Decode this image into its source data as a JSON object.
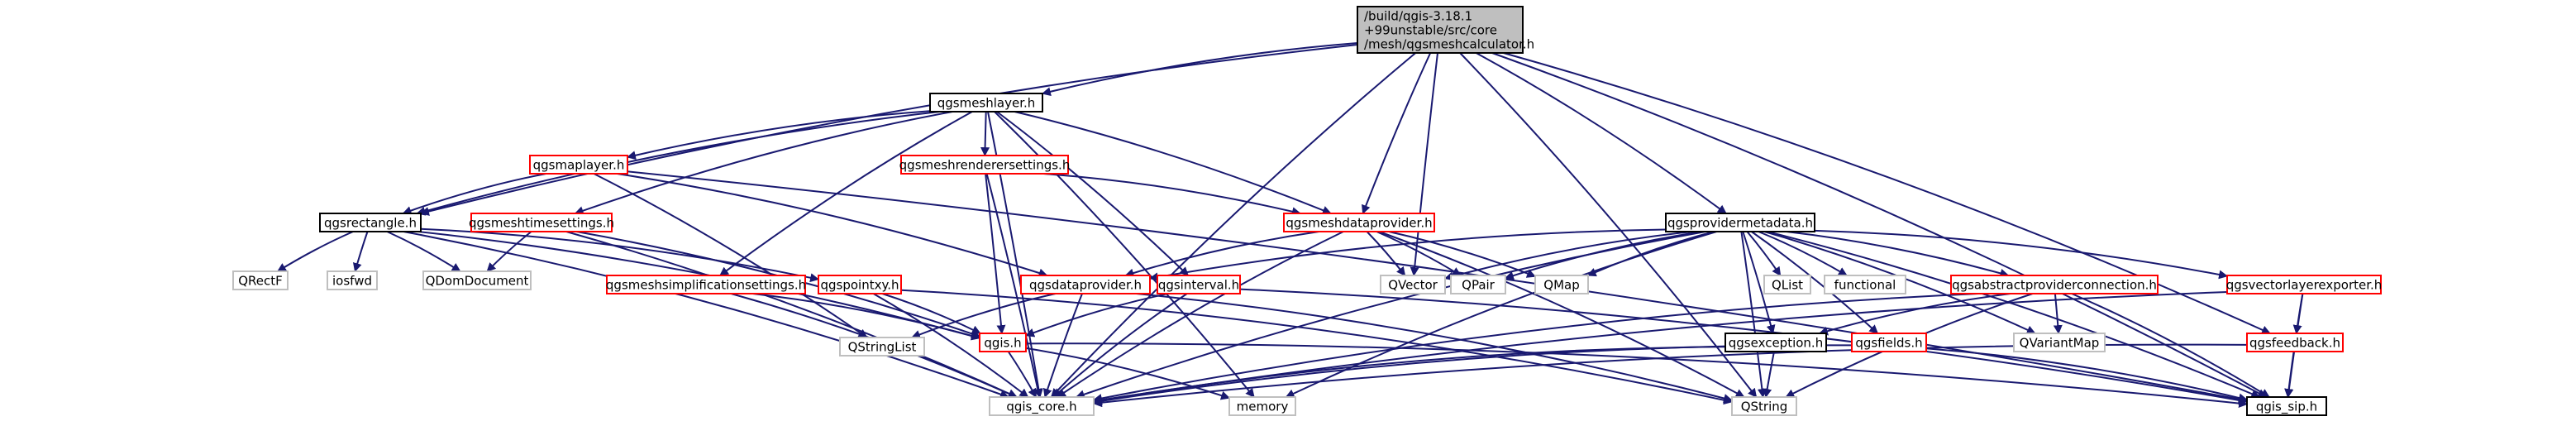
{
  "diagram": {
    "type": "include-dependency-graph",
    "colors": {
      "edge": "#191970",
      "root_fill": "#bfbfbf",
      "normal_border": "#000000",
      "linked_border": "#ff0000",
      "external_border": "#bfbfbf",
      "text": "#000000"
    },
    "nodes": [
      {
        "id": "root",
        "lines": [
          "/build/qgis-3.18.1",
          "+99unstable/src/core",
          "/mesh/qgsmeshcalculator.h"
        ],
        "style": "root"
      },
      {
        "id": "qgsmeshlayer",
        "lines": [
          "qgsmeshlayer.h"
        ],
        "style": "normal"
      },
      {
        "id": "qgsmaplayer",
        "lines": [
          "qgsmaplayer.h"
        ],
        "style": "linked"
      },
      {
        "id": "qgsmeshrenderersettings",
        "lines": [
          "qgsmeshrenderersettings.h"
        ],
        "style": "linked"
      },
      {
        "id": "qgsrectangle",
        "lines": [
          "qgsrectangle.h"
        ],
        "style": "normal"
      },
      {
        "id": "qgsmeshtimesettings",
        "lines": [
          "qgsmeshtimesettings.h"
        ],
        "style": "linked"
      },
      {
        "id": "qgsmeshdataprovider",
        "lines": [
          "qgsmeshdataprovider.h"
        ],
        "style": "linked"
      },
      {
        "id": "qgsprovidermetadata",
        "lines": [
          "qgsprovidermetadata.h"
        ],
        "style": "normal"
      },
      {
        "id": "QRectF",
        "lines": [
          "QRectF"
        ],
        "style": "external"
      },
      {
        "id": "iosfwd",
        "lines": [
          "iosfwd"
        ],
        "style": "external"
      },
      {
        "id": "QDomDocument",
        "lines": [
          "QDomDocument"
        ],
        "style": "external"
      },
      {
        "id": "qgsmeshsimplificationsettings",
        "lines": [
          "qgsmeshsimplificationsettings.h"
        ],
        "style": "linked"
      },
      {
        "id": "qgspointxy",
        "lines": [
          "qgspointxy.h"
        ],
        "style": "linked"
      },
      {
        "id": "qgsdataprovider",
        "lines": [
          "qgsdataprovider.h"
        ],
        "style": "linked"
      },
      {
        "id": "qgsinterval",
        "lines": [
          "qgsinterval.h"
        ],
        "style": "linked"
      },
      {
        "id": "QVector",
        "lines": [
          "QVector"
        ],
        "style": "external"
      },
      {
        "id": "QPair",
        "lines": [
          "QPair"
        ],
        "style": "external"
      },
      {
        "id": "QMap",
        "lines": [
          "QMap"
        ],
        "style": "external"
      },
      {
        "id": "QList",
        "lines": [
          "QList"
        ],
        "style": "external"
      },
      {
        "id": "functional",
        "lines": [
          "functional"
        ],
        "style": "external"
      },
      {
        "id": "qgsabstractproviderconnection",
        "lines": [
          "qgsabstractproviderconnection.h"
        ],
        "style": "linked"
      },
      {
        "id": "qgsvectorlayerexporter",
        "lines": [
          "qgsvectorlayerexporter.h"
        ],
        "style": "linked"
      },
      {
        "id": "QStringList",
        "lines": [
          "QStringList"
        ],
        "style": "external"
      },
      {
        "id": "qgis",
        "lines": [
          "qgis.h"
        ],
        "style": "linked"
      },
      {
        "id": "qgsexception",
        "lines": [
          "qgsexception.h"
        ],
        "style": "normal"
      },
      {
        "id": "qgsfields",
        "lines": [
          "qgsfields.h"
        ],
        "style": "linked"
      },
      {
        "id": "QVariantMap",
        "lines": [
          "QVariantMap"
        ],
        "style": "external"
      },
      {
        "id": "qgsfeedback",
        "lines": [
          "qgsfeedback.h"
        ],
        "style": "linked"
      },
      {
        "id": "qgis_core",
        "lines": [
          "qgis_core.h"
        ],
        "style": "external"
      },
      {
        "id": "memory",
        "lines": [
          "memory"
        ],
        "style": "external"
      },
      {
        "id": "QString",
        "lines": [
          "QString"
        ],
        "style": "external"
      },
      {
        "id": "qgis_sip",
        "lines": [
          "qgis_sip.h"
        ],
        "style": "normal"
      }
    ],
    "edges": [
      [
        "root",
        "qgsmeshlayer"
      ],
      [
        "root",
        "qgsrectangle"
      ],
      [
        "root",
        "qgsmeshdataprovider"
      ],
      [
        "root",
        "qgsprovidermetadata"
      ],
      [
        "root",
        "QVector"
      ],
      [
        "root",
        "qgsfeedback"
      ],
      [
        "root",
        "qgis_core"
      ],
      [
        "root",
        "QString"
      ],
      [
        "root",
        "qgis_sip"
      ],
      [
        "qgsmeshlayer",
        "qgsmaplayer"
      ],
      [
        "qgsmeshlayer",
        "qgsmeshrenderersettings"
      ],
      [
        "qgsmeshlayer",
        "qgsrectangle"
      ],
      [
        "qgsmeshlayer",
        "qgsmeshtimesettings"
      ],
      [
        "qgsmeshlayer",
        "qgsmeshdataprovider"
      ],
      [
        "qgsmeshlayer",
        "qgsmeshsimplificationsettings"
      ],
      [
        "qgsmeshlayer",
        "qgsinterval"
      ],
      [
        "qgsmeshlayer",
        "memory"
      ],
      [
        "qgsmeshlayer",
        "qgis_core"
      ],
      [
        "qgsmaplayer",
        "qgsrectangle"
      ],
      [
        "qgsmaplayer",
        "qgsdataprovider"
      ],
      [
        "qgsmaplayer",
        "QStringList"
      ],
      [
        "qgsmaplayer",
        "qgis_sip"
      ],
      [
        "qgsmeshrenderersettings",
        "qgsmeshdataprovider"
      ],
      [
        "qgsmeshrenderersettings",
        "qgis"
      ],
      [
        "qgsmeshrenderersettings",
        "qgis_core"
      ],
      [
        "qgsrectangle",
        "QRectF"
      ],
      [
        "qgsrectangle",
        "iosfwd"
      ],
      [
        "qgsrectangle",
        "QDomDocument"
      ],
      [
        "qgsrectangle",
        "qgspointxy"
      ],
      [
        "qgsrectangle",
        "qgis"
      ],
      [
        "qgsrectangle",
        "qgis_core"
      ],
      [
        "qgsmeshtimesettings",
        "QDomDocument"
      ],
      [
        "qgsmeshtimesettings",
        "qgis"
      ],
      [
        "qgsmeshtimesettings",
        "qgis_core"
      ],
      [
        "qgsmeshdataprovider",
        "QVector"
      ],
      [
        "qgsmeshdataprovider",
        "QPair"
      ],
      [
        "qgsmeshdataprovider",
        "QMap"
      ],
      [
        "qgsmeshdataprovider",
        "qgsdataprovider"
      ],
      [
        "qgsmeshdataprovider",
        "QString"
      ],
      [
        "qgsmeshdataprovider",
        "qgis_core"
      ],
      [
        "qgsprovidermetadata",
        "qgsdataprovider"
      ],
      [
        "qgsprovidermetadata",
        "QVector"
      ],
      [
        "qgsprovidermetadata",
        "QPair"
      ],
      [
        "qgsprovidermetadata",
        "QMap"
      ],
      [
        "qgsprovidermetadata",
        "QList"
      ],
      [
        "qgsprovidermetadata",
        "functional"
      ],
      [
        "qgsprovidermetadata",
        "qgsabstractproviderconnection"
      ],
      [
        "qgsprovidermetadata",
        "qgsvectorlayerexporter"
      ],
      [
        "qgsprovidermetadata",
        "qgsexception"
      ],
      [
        "qgsprovidermetadata",
        "qgsfields"
      ],
      [
        "qgsprovidermetadata",
        "QVariantMap"
      ],
      [
        "qgsprovidermetadata",
        "memory"
      ],
      [
        "qgsprovidermetadata",
        "QString"
      ],
      [
        "qgsprovidermetadata",
        "qgis_core"
      ],
      [
        "qgsprovidermetadata",
        "qgis_sip"
      ],
      [
        "qgsmeshsimplificationsettings",
        "qgis"
      ],
      [
        "qgsmeshsimplificationsettings",
        "qgis_core"
      ],
      [
        "qgspointxy",
        "qgis"
      ],
      [
        "qgspointxy",
        "qgis_core"
      ],
      [
        "qgspointxy",
        "QString"
      ],
      [
        "qgsdataprovider",
        "QStringList"
      ],
      [
        "qgsdataprovider",
        "qgis_core"
      ],
      [
        "qgsdataprovider",
        "QString"
      ],
      [
        "qgsinterval",
        "qgis"
      ],
      [
        "qgsinterval",
        "qgis_core"
      ],
      [
        "qgsinterval",
        "qgis_sip"
      ],
      [
        "qgsabstractproviderconnection",
        "qgsexception"
      ],
      [
        "qgsabstractproviderconnection",
        "QVariantMap"
      ],
      [
        "qgsabstractproviderconnection",
        "qgis_core"
      ],
      [
        "qgsabstractproviderconnection",
        "QString"
      ],
      [
        "qgsabstractproviderconnection",
        "qgis_sip"
      ],
      [
        "qgsvectorlayerexporter",
        "qgsfeedback"
      ],
      [
        "qgsvectorlayerexporter",
        "qgis_sip"
      ],
      [
        "qgsvectorlayerexporter",
        "qgis_core"
      ],
      [
        "qgis",
        "qgis_core"
      ],
      [
        "qgis",
        "memory"
      ],
      [
        "qgis",
        "qgis_sip"
      ],
      [
        "qgsexception",
        "qgis_core"
      ],
      [
        "qgsexception",
        "QString"
      ],
      [
        "qgsfields",
        "qgis_core"
      ],
      [
        "qgsfields",
        "qgis_sip"
      ],
      [
        "qgsfeedback",
        "qgis_core"
      ],
      [
        "qgsfeedback",
        "qgis_sip"
      ]
    ]
  }
}
